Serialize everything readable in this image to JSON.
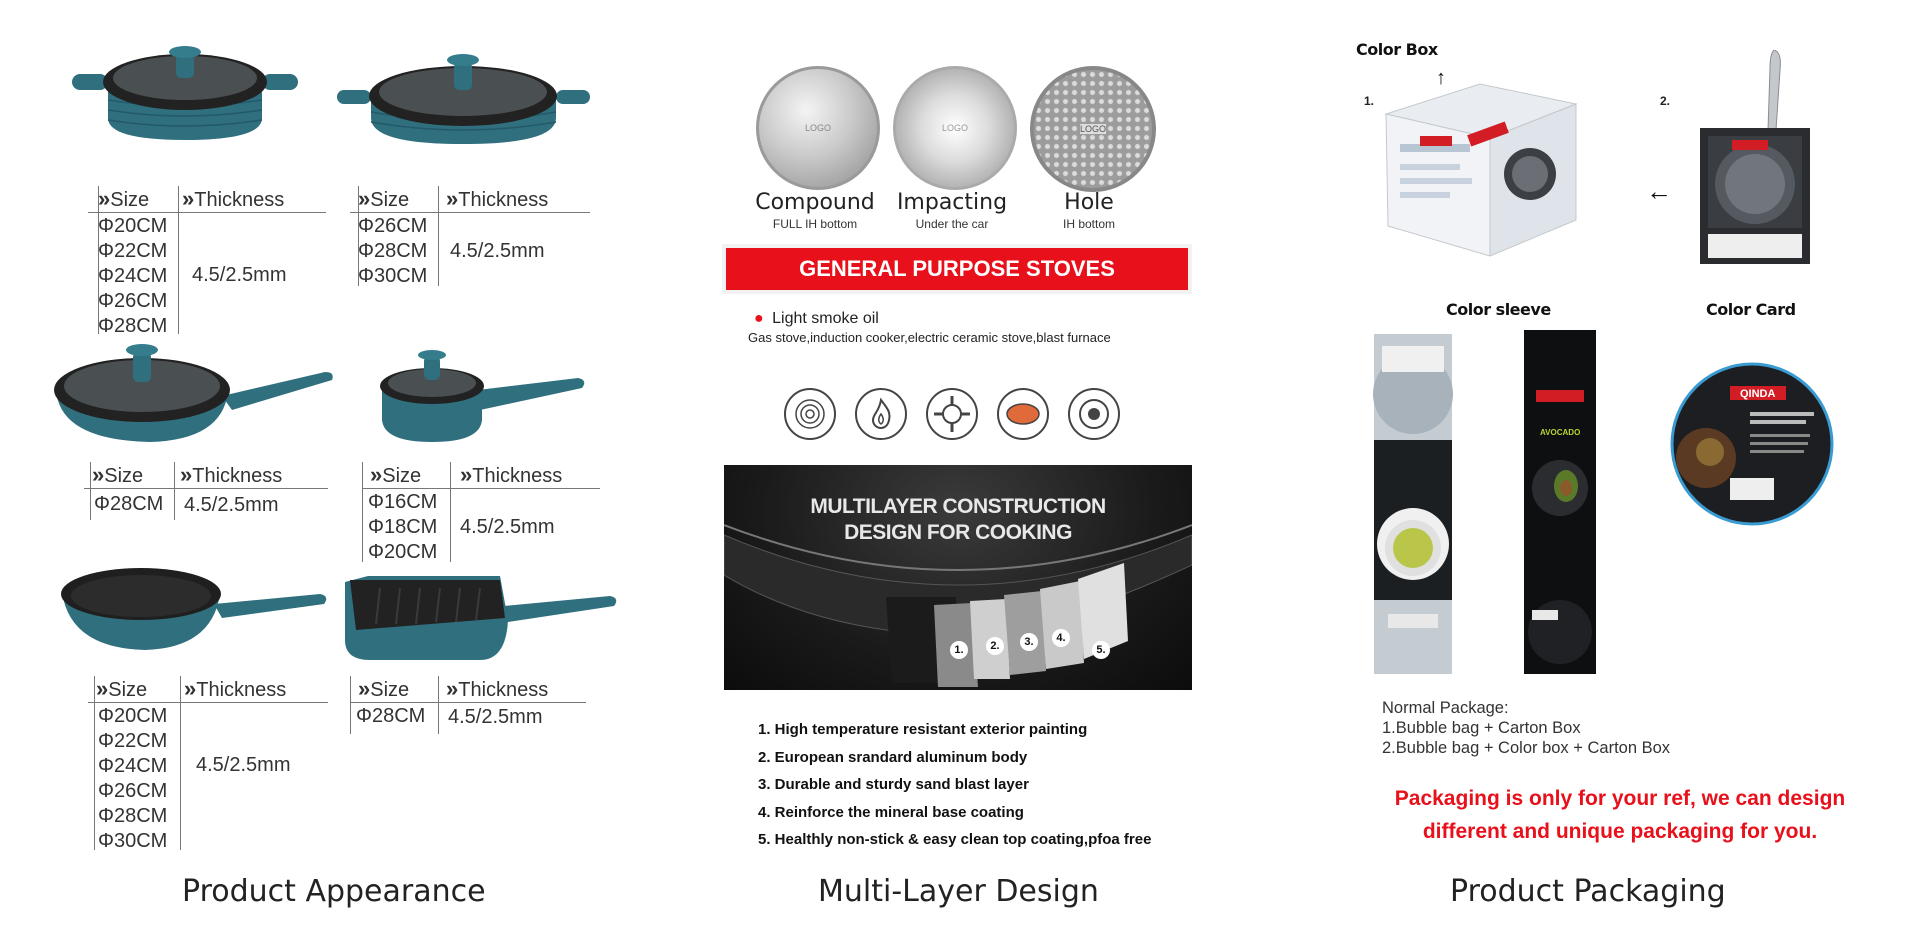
{
  "captions": {
    "appearance": "Product Appearance",
    "multilayer": "Multi-Layer Design",
    "packaging": "Product Packaging"
  },
  "specs": {
    "size_label": "Size",
    "thickness_label": "Thickness",
    "t1": {
      "sizes": [
        "Φ20CM",
        "Φ22CM",
        "Φ24CM",
        "Φ26CM",
        "Φ28CM"
      ],
      "thickness": "4.5/2.5mm"
    },
    "t2": {
      "sizes": [
        "Φ26CM",
        "Φ28CM",
        "Φ30CM"
      ],
      "thickness": "4.5/2.5mm"
    },
    "t3": {
      "sizes": [
        "Φ28CM"
      ],
      "thickness": "4.5/2.5mm"
    },
    "t4": {
      "sizes": [
        "Φ16CM",
        "Φ18CM",
        "Φ20CM"
      ],
      "thickness": "4.5/2.5mm"
    },
    "t5": {
      "sizes": [
        "Φ20CM",
        "Φ22CM",
        "Φ24CM",
        "Φ26CM",
        "Φ28CM",
        "Φ30CM"
      ],
      "thickness": "4.5/2.5mm"
    },
    "t6": {
      "sizes": [
        "Φ28CM"
      ],
      "thickness": "4.5/2.5mm"
    }
  },
  "bottoms": [
    {
      "title": "Compound",
      "sub": "FULL IH bottom",
      "logo": "LOGO"
    },
    {
      "title": "Impacting",
      "sub": "Under the car",
      "logo": "LOGO"
    },
    {
      "title": "Hole",
      "sub": "IH bottom",
      "logo": "LOGO"
    }
  ],
  "stoves": {
    "banner": "GENERAL PURPOSE STOVES",
    "oil": "Light smoke oil",
    "types": "Gas stove,induction cooker,electric ceramic stove,blast furnace"
  },
  "construction": {
    "title_line1": "MULTILAYER CONSTRUCTION",
    "title_line2": "DESIGN FOR COOKING",
    "layers": [
      "1.",
      "2.",
      "3.",
      "4.",
      "5."
    ],
    "features": [
      "1. High temperature resistant exterior painting",
      "2. European srandard aluminum body",
      "3. Durable and sturdy sand blast layer",
      "4. Reinforce the mineral base coating",
      "5. Healthly non-stick & easy clean top coating,pfoa free"
    ]
  },
  "packaging": {
    "color_box": "Color Box",
    "num1": "1.",
    "num2": "2.",
    "color_sleeve": "Color sleeve",
    "color_card": "Color Card",
    "brand": "QINDA",
    "normal_title": "Normal Package:",
    "normal_1": "1.Bubble bag + Carton Box",
    "normal_2": "2.Bubble bag + Color box + Carton Box",
    "note_line1": "Packaging is only for your ref, we can design",
    "note_line2": "different and unique packaging for you."
  },
  "colors": {
    "pot_teal": "#2f6f7e",
    "lid_dark": "#2a2a2a",
    "banner_red": "#e8101a",
    "brand_red": "#d31d24"
  }
}
